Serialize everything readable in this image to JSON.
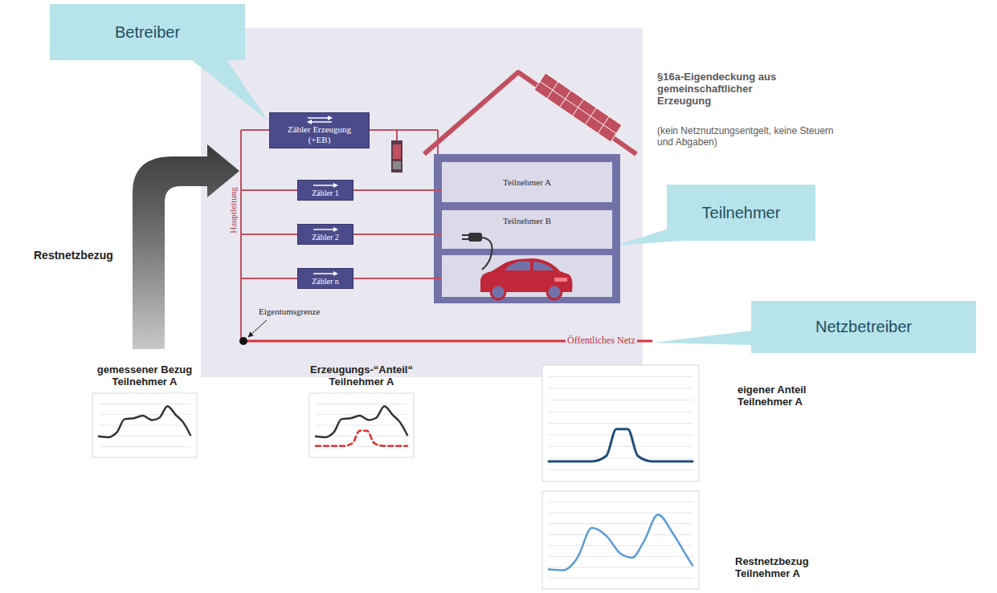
{
  "diagram": {
    "nodes": [
      {
        "text": [
          "Betreiber"
        ]
      },
      {
        "text": [
          "Zähler Erzeugung",
          "(+EB)"
        ]
      },
      {
        "text": [
          "Zähler 1"
        ]
      },
      {
        "text": [
          "Teilnehmer A"
        ]
      },
      {
        "text": [
          "Zähler 2"
        ]
      },
      {
        "text": [
          "Teilnehmer B"
        ]
      },
      {
        "text": [
          "Teilnehmer"
        ]
      },
      {
        "text": [
          "Zähler n"
        ]
      },
      {
        "text": [
          "Netzbetreiber"
        ]
      }
    ],
    "edges": [
      {
        "from": 2,
        "to": 3,
        "arrow": "none"
      },
      {
        "from": 4,
        "to": 5,
        "arrow": "none"
      }
    ],
    "labels": [
      "§16a-Eigendeckung aus gemeinschaftlicher Erzeugung",
      "(kein Netznutzungsentgelt, keine Steuern und Abgaben)",
      "Hauptleitung",
      "Restnetzbezug",
      "Eigentumsgrenze",
      "Öffentliches Netz",
      "gemessener Bezug Teilnehmer A",
      "Erzeugungs-“Anteil“ Teilnehmer A",
      "eigener Anteil Teilnehmer A",
      "Restnetzbezug Teilnehmer A"
    ]
  }
}
